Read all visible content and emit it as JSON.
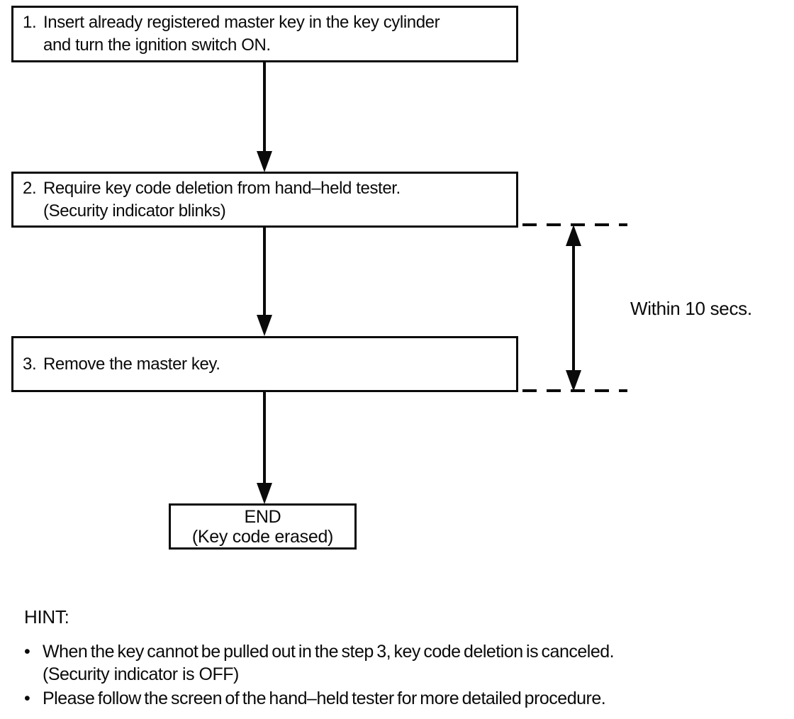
{
  "figure": {
    "type": "flowchart",
    "colors": {
      "ink": "#0a0a0a",
      "paper": "#ffffff"
    },
    "steps": [
      {
        "number": "1.",
        "line1": "Insert already registered master key in the key cylinder",
        "line2": "and turn the ignition switch ON."
      },
      {
        "number": "2.",
        "line1": "Require key code deletion from hand–held tester.",
        "line2": "(Security indicator blinks)"
      },
      {
        "number": "3.",
        "line1": "Remove the master key.",
        "line2": ""
      }
    ],
    "end": {
      "title": "END",
      "subtitle": "(Key code erased)"
    },
    "timing_label": "Within 10 secs.",
    "hint": {
      "heading": "HINT:",
      "bullets": [
        {
          "marker": "•",
          "line1": "When the key cannot be pulled out in the step 3, key code deletion is canceled.",
          "line2": "(Security indicator is OFF)"
        },
        {
          "marker": "•",
          "line1": "Please follow the screen of the hand–held tester for more detailed procedure.",
          "line2": ""
        }
      ]
    }
  }
}
